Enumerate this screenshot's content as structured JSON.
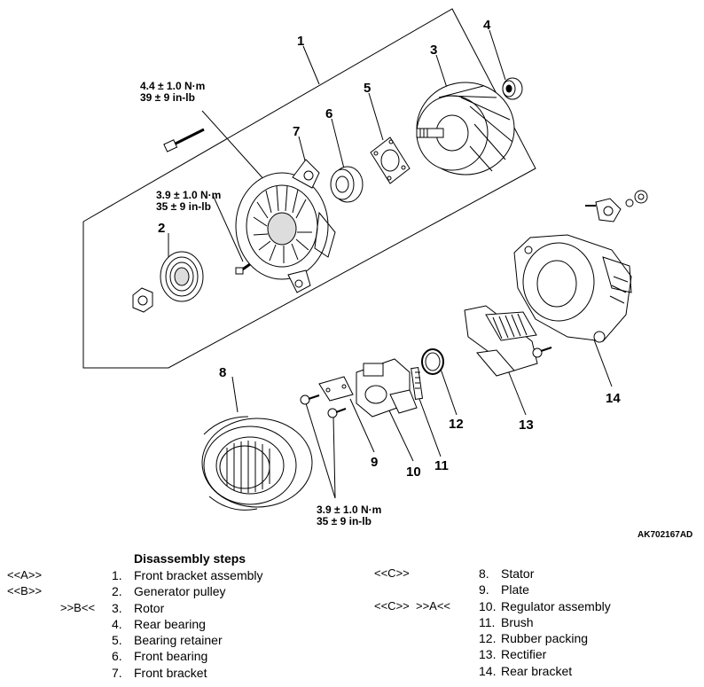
{
  "callouts": [
    "1",
    "2",
    "3",
    "4",
    "5",
    "6",
    "7",
    "8",
    "9",
    "10",
    "11",
    "12",
    "13",
    "14"
  ],
  "torque": {
    "bolt_top": {
      "line1": "4.4 ± 1.0 N·m",
      "line2": "39 ± 9 in-lb"
    },
    "bolt_mid": {
      "line1": "3.9 ± 1.0 N·m",
      "line2": "35 ± 9 in-lb"
    },
    "bolt_bottom": {
      "line1": "3.9 ± 1.0 N·m",
      "line2": "35 ± 9 in-lb"
    }
  },
  "reference_code": "AK702167AD",
  "steps": {
    "title": "Disassembly steps",
    "left": [
      {
        "code": "<<A>>",
        "num": "1.",
        "label": "Front bracket assembly"
      },
      {
        "code": "<<B>>",
        "num": "2.",
        "label": "Generator pulley"
      },
      {
        "code": ">>B<<",
        "num": "3.",
        "label": "Rotor"
      },
      {
        "code": "",
        "num": "4.",
        "label": "Rear bearing"
      },
      {
        "code": "",
        "num": "5.",
        "label": "Bearing retainer"
      },
      {
        "code": "",
        "num": "6.",
        "label": "Front bearing"
      },
      {
        "code": "",
        "num": "7.",
        "label": "Front bracket"
      }
    ],
    "right": [
      {
        "code": "<<C>>",
        "num": "8.",
        "label": "Stator"
      },
      {
        "code": "",
        "num": "9.",
        "label": "Plate"
      },
      {
        "code": "<<C>>  >>A<<",
        "num": "10.",
        "label": "Regulator assembly"
      },
      {
        "code": "",
        "num": "11.",
        "label": "Brush"
      },
      {
        "code": "",
        "num": "12.",
        "label": "Rubber packing"
      },
      {
        "code": "",
        "num": "13.",
        "label": "Rectifier"
      },
      {
        "code": "",
        "num": "14.",
        "label": "Rear bracket"
      }
    ]
  }
}
